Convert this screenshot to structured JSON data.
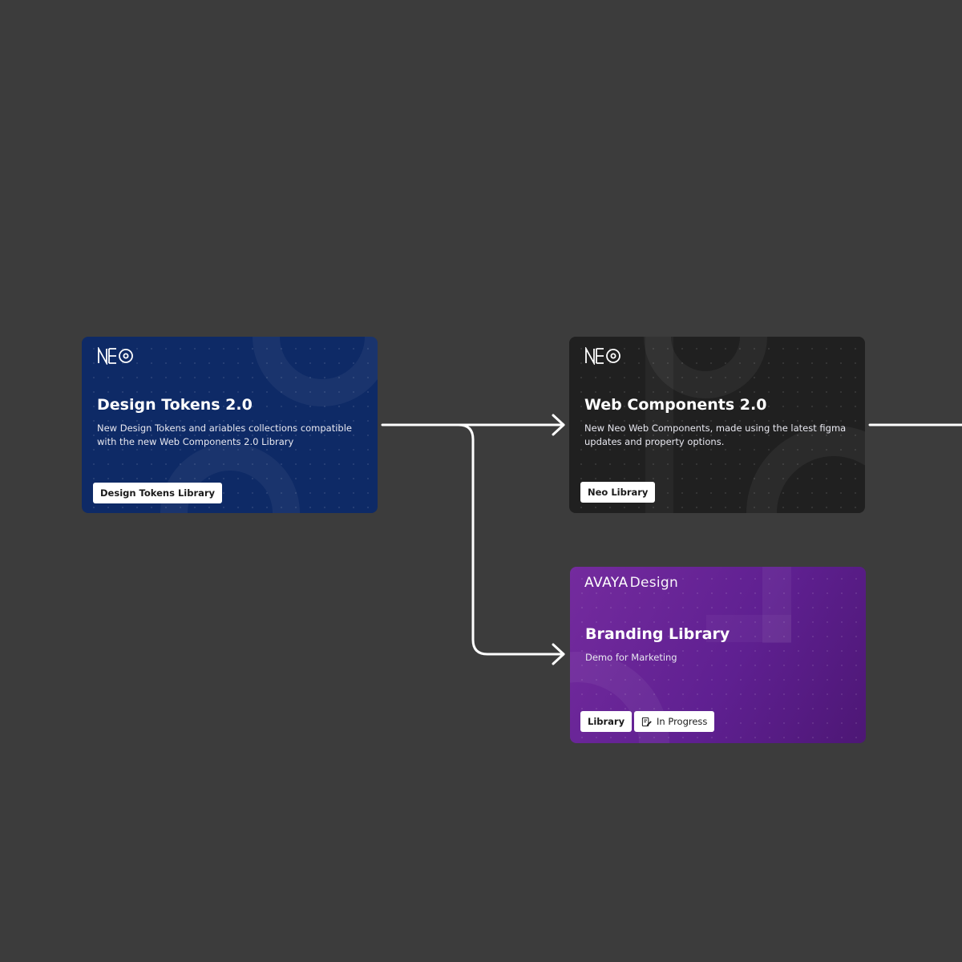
{
  "canvas": {
    "background": "#3c3c3c"
  },
  "cards": {
    "design_tokens": {
      "logo": "neo-logo",
      "title": "Design Tokens 2.0",
      "description": "New Design Tokens and ariables collections compatible with the new Web Components 2.0 Library",
      "tag": "Design Tokens Library",
      "color": "#0e2a66"
    },
    "web_components": {
      "logo": "neo-logo",
      "title": "Web Components 2.0",
      "description": "New Neo Web Components, made using the latest figma updates and property options.",
      "tag": "Neo Library",
      "color": "#202020"
    },
    "branding_library": {
      "logo_brand": "AVAYA",
      "logo_sub": "Design",
      "title": "Branding Library",
      "description": "Demo for Marketing",
      "tags": [
        {
          "label": "Library"
        },
        {
          "label": "In Progress",
          "icon": "edit-document-icon"
        }
      ],
      "color": "#6a259a"
    }
  },
  "connectors": {
    "color": "#ffffff"
  }
}
